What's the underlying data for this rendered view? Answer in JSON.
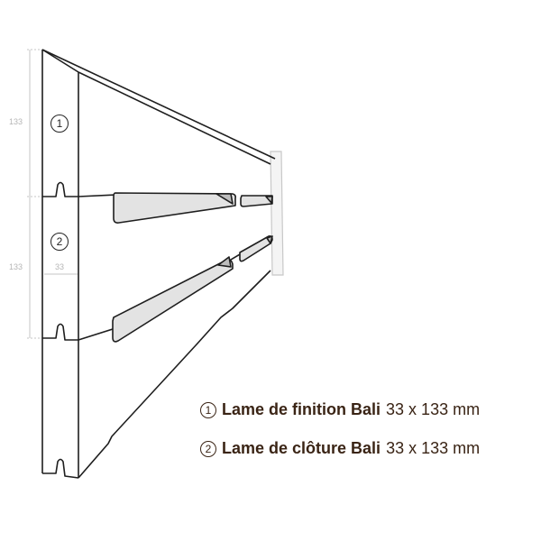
{
  "diagram": {
    "dimensions": {
      "height_top": "133",
      "height_bottom": "133",
      "thickness": "33"
    },
    "markers": [
      {
        "number": "1"
      },
      {
        "number": "2"
      }
    ]
  },
  "legend": [
    {
      "number": "1",
      "name": "Lame de finition Bali",
      "size": "33 x 133 mm"
    },
    {
      "number": "2",
      "name": "Lame de clôture Bali",
      "size": "33 x 133 mm"
    }
  ],
  "colors": {
    "text": "#3a2415",
    "line": "#222222",
    "dim": "#b5b5b5",
    "fill": "#e3e3e3"
  }
}
